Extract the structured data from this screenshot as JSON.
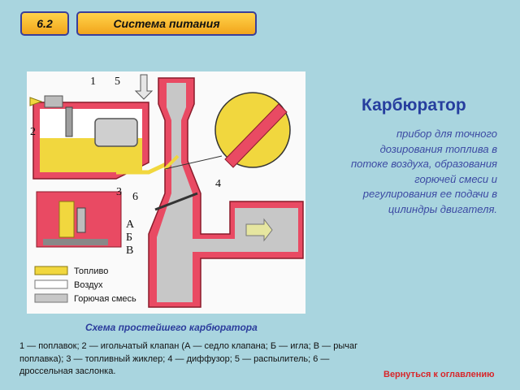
{
  "header": {
    "section_number": "6.2",
    "section_title": "Система питания"
  },
  "figure": {
    "part_labels": [
      "1",
      "5",
      "2",
      "3",
      "6",
      "4",
      "А",
      "Б",
      "В"
    ],
    "legend": [
      "Топливо",
      "Воздух",
      "Горючая смесь"
    ],
    "colors": {
      "fuel": "#f1d73e",
      "air": "#c8c8c8",
      "mixture": "#c7c7c7",
      "body": "#e94a63"
    }
  },
  "main": {
    "heading": "Карбюратор",
    "definition": "прибор для точного дозирования топлива в потоке воздуха, образования горючей смеси и регулирования ее подачи в цилиндры двигателя."
  },
  "caption": "Схема простейшего карбюратора",
  "legend_text": "1 — поплавок; 2 — игольчатый клапан (А — седло клапана; Б — игла; В — рычаг поплавка); 3 — топливный жиклер; 4 — диффузор; 5 — распылитель; 6 — дроссельная заслонка.",
  "back_link": "Вернуться к оглавлению"
}
